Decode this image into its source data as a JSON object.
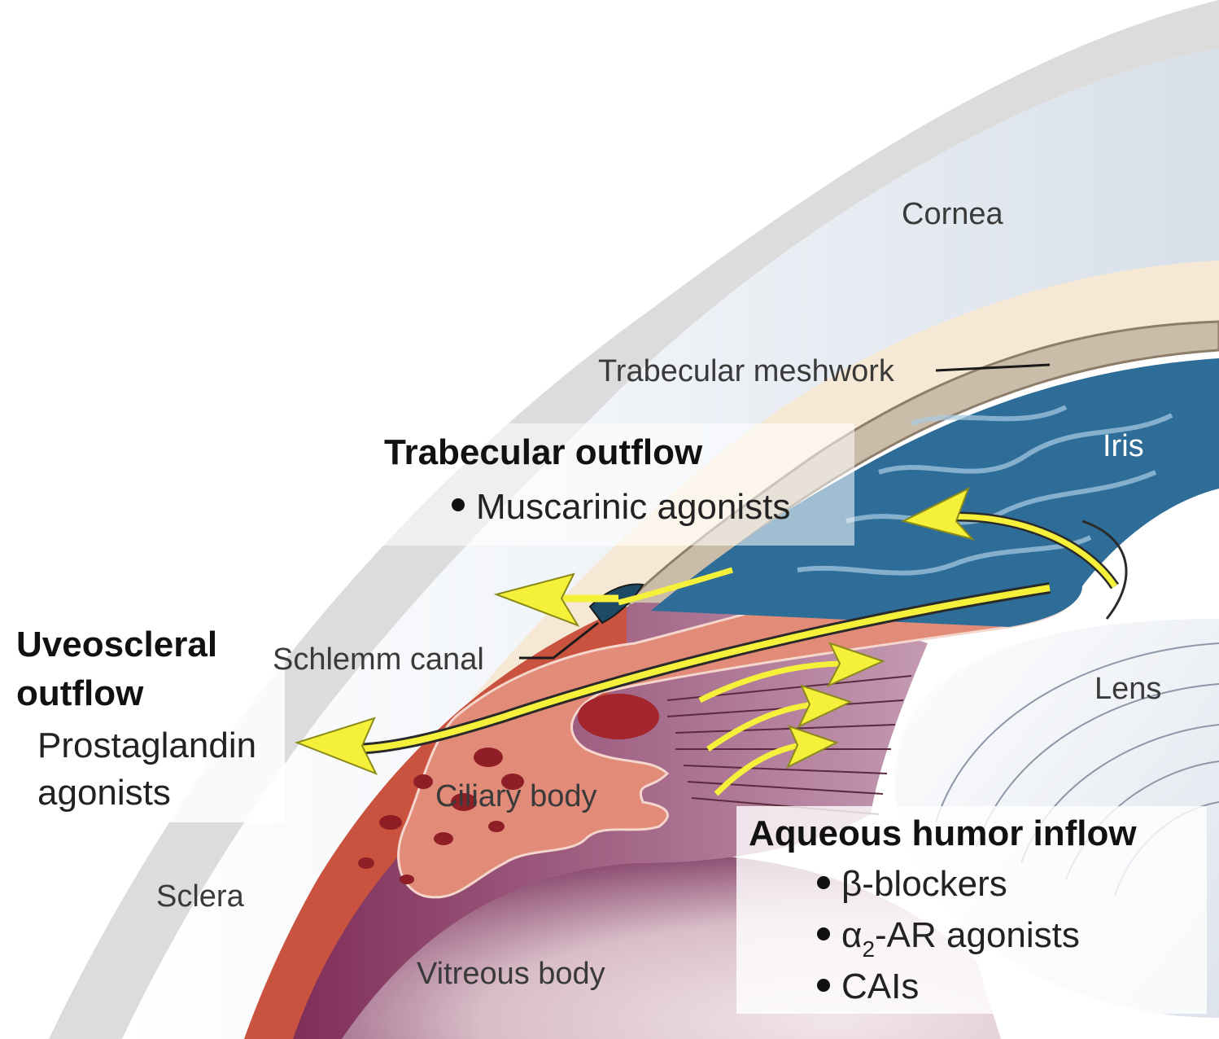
{
  "labels": {
    "cornea": "Cornea",
    "trabecular_meshwork": "Trabecular meshwork",
    "iris": "Iris",
    "schlemm_canal": "Schlemm canal",
    "lens": "Lens",
    "ciliary_body": "Ciliary body",
    "sclera": "Sclera",
    "vitreous_body": "Vitreous body"
  },
  "trabecular": {
    "title": "Trabecular outflow",
    "items": [
      "Muscarinic agonists"
    ]
  },
  "uveoscleral": {
    "title_line1": "Uveoscleral",
    "title_line2": "outflow",
    "item_line1": "Prostaglandin",
    "item_line2": "agonists"
  },
  "aqueous": {
    "title": "Aqueous humor inflow",
    "items": [
      {
        "pre": "β-blockers",
        "sub": "",
        "post": ""
      },
      {
        "pre": "α",
        "sub": "2",
        "post": "-AR agonists"
      },
      {
        "pre": "CAIs",
        "sub": "",
        "post": ""
      }
    ]
  },
  "colors": {
    "arrow": "#f5f03a",
    "iris": "#2f6d99",
    "ciliary": "#e08470",
    "sclera": "#f3e6d2"
  }
}
